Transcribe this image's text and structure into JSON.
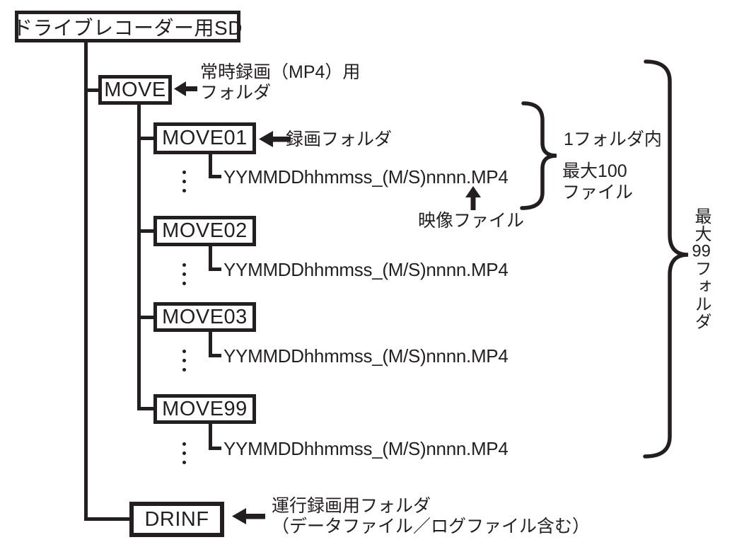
{
  "diagram": {
    "title_box": "ドライブレコーダー用SD",
    "move": {
      "name": "MOVE",
      "annotation_line1": "常時録画（MP4）用",
      "annotation_line2": "フォルダ"
    },
    "subfolders": [
      {
        "name": "MOVE01",
        "file": "YYMMDDhhmmss_(M/S)nnnn.MP4"
      },
      {
        "name": "MOVE02",
        "file": "YYMMDDhhmmss_(M/S)nnnn.MP4"
      },
      {
        "name": "MOVE03",
        "file": "YYMMDDhhmmss_(M/S)nnnn.MP4"
      },
      {
        "name": "MOVE99",
        "file": "YYMMDDhhmmss_(M/S)nnnn.MP4"
      }
    ],
    "subfolder_annotation": "録画フォルダ",
    "file_annotation": "映像ファイル",
    "drinf": {
      "name": "DRINF",
      "annotation_line1": "運行録画用フォルダ",
      "annotation_line2": "（データファイル／ログファイル含む）"
    },
    "braces": {
      "per_folder_line1": "1フォルダ内",
      "per_folder_line2": "最大100",
      "per_folder_line3": "ファイル",
      "total_part1": "最大",
      "total_part2": "99",
      "total_part3": "フォルダ"
    },
    "colors": {
      "ink": "#231f20",
      "background": "#ffffff"
    }
  }
}
